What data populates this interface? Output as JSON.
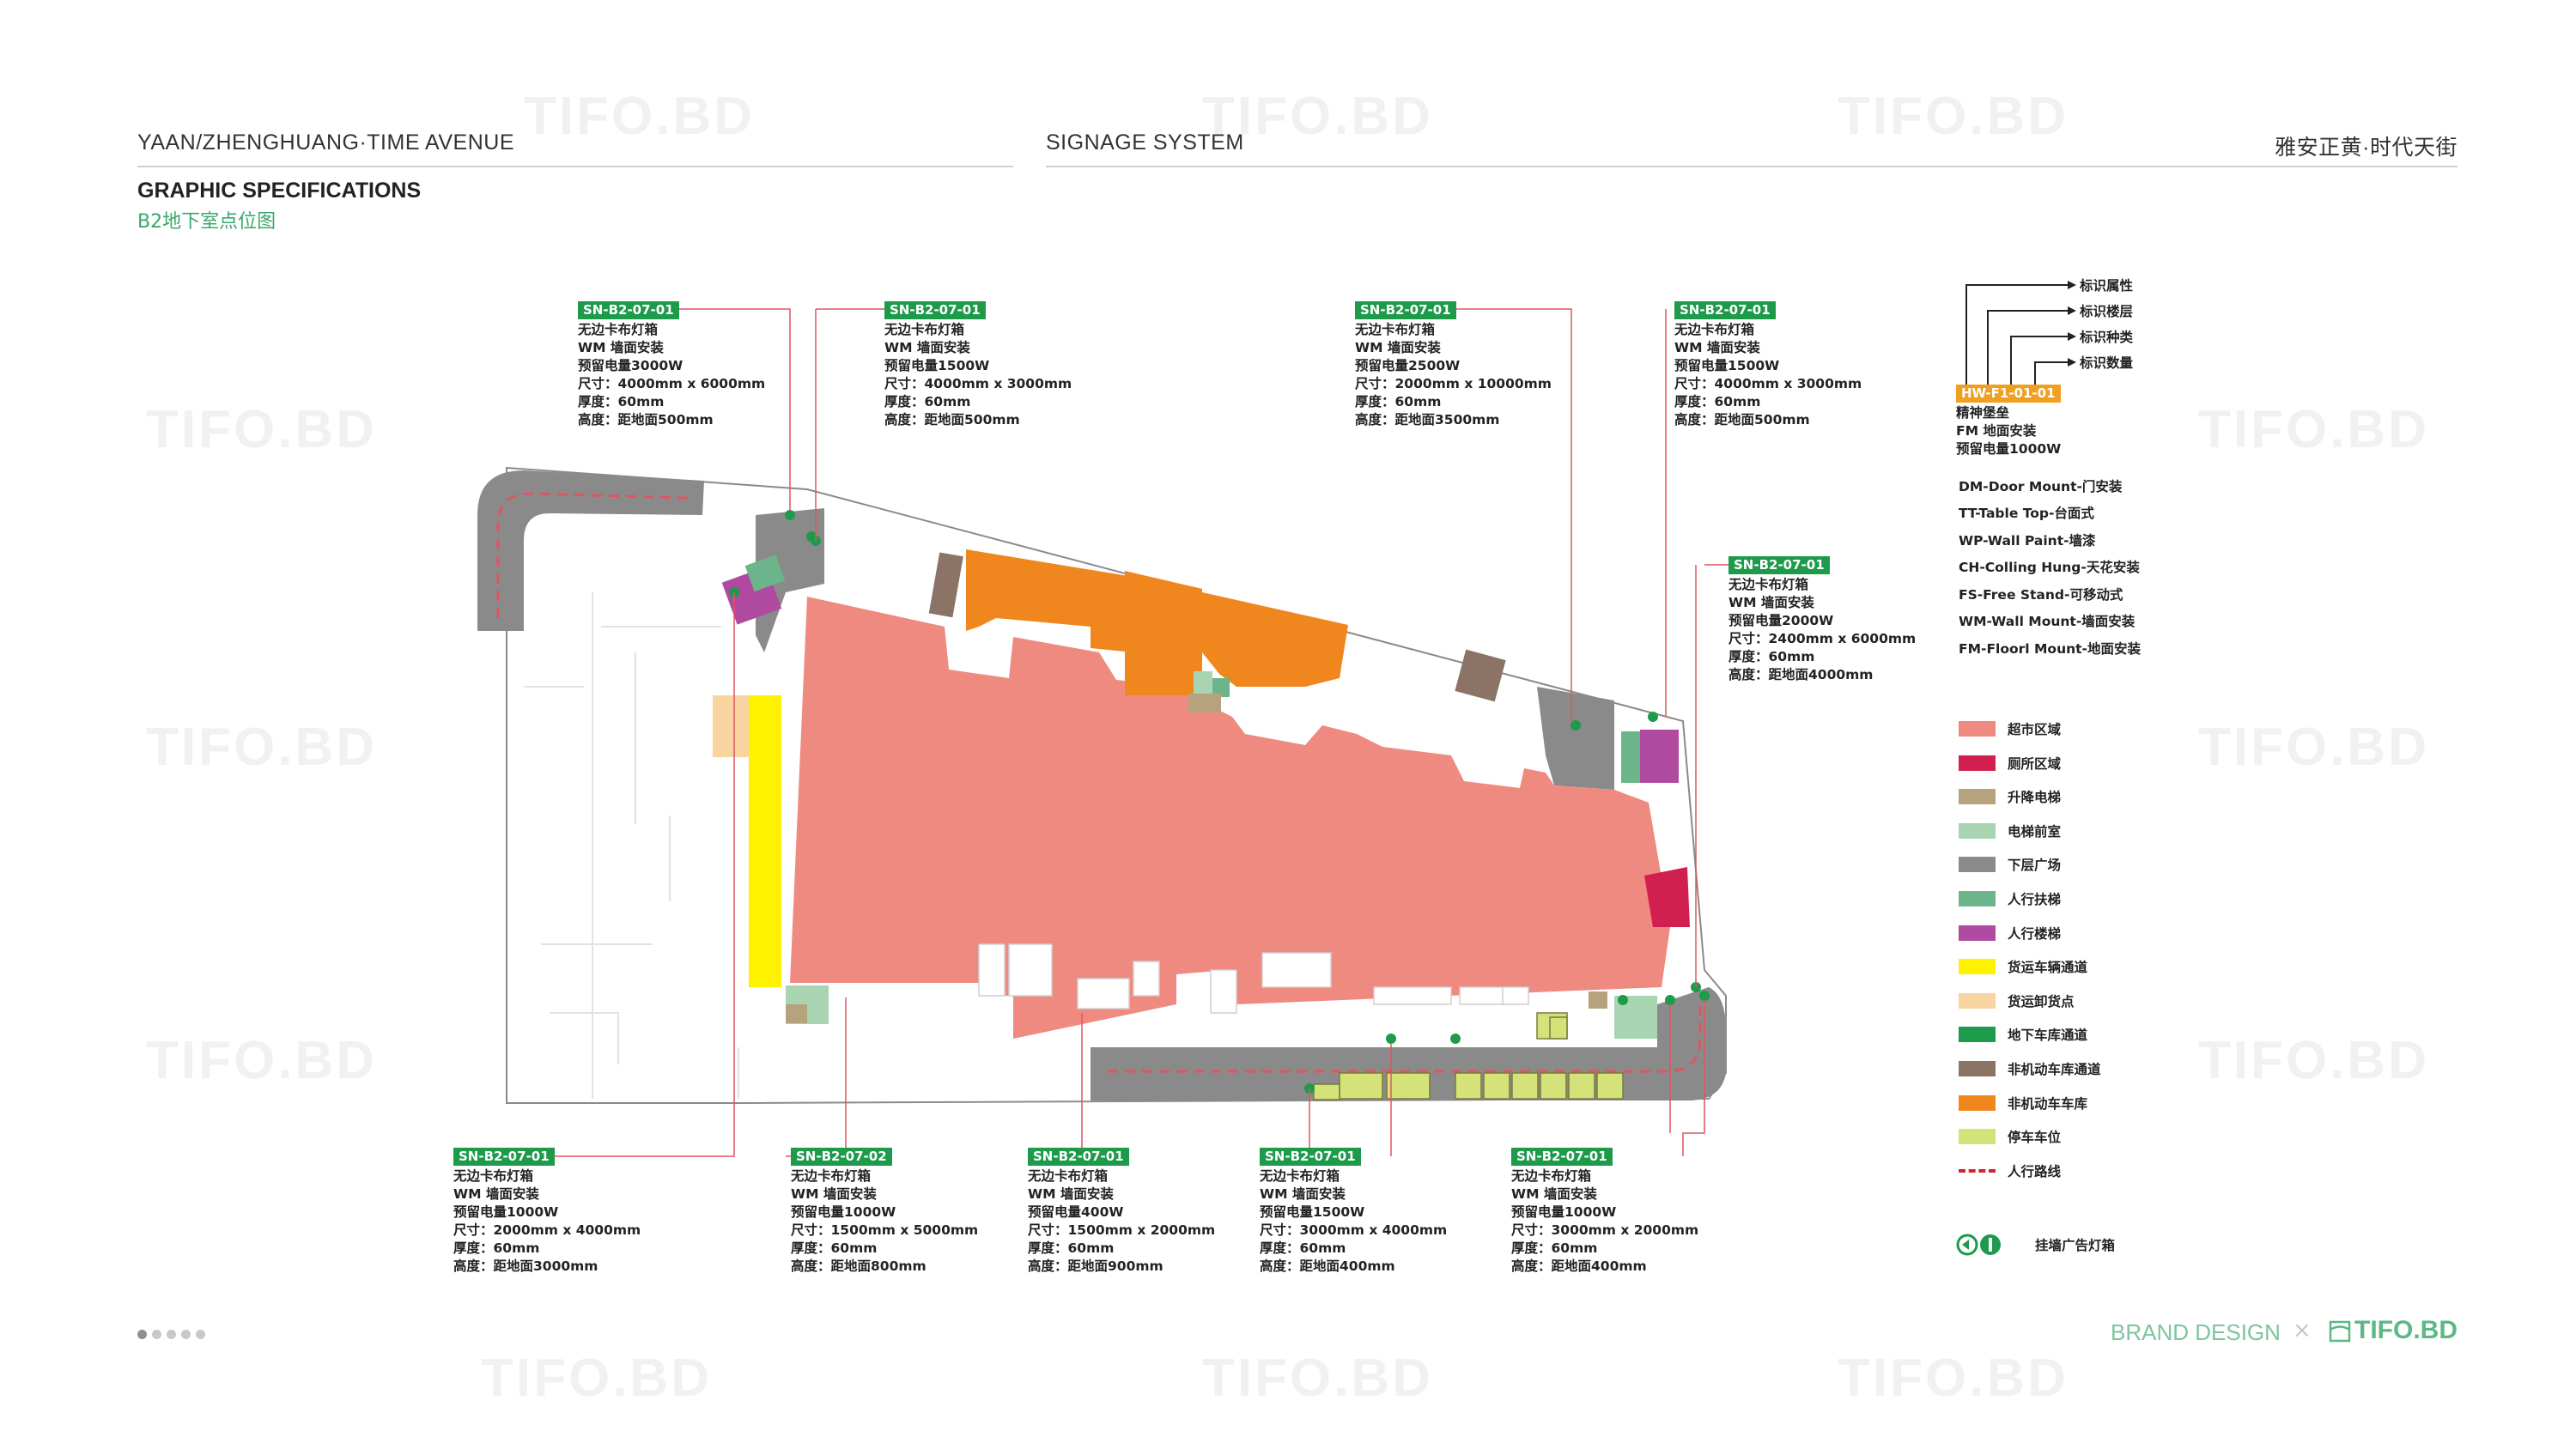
{
  "header": {
    "project": "YAAN/ZHENGHUANG·TIME AVENUE",
    "system": "SIGNAGE SYSTEM",
    "project_cn": "雅安正黄·时代天街",
    "section_title": "GRAPHIC SPECIFICATIONS",
    "section_subtitle": "B2地下室点位图"
  },
  "watermark": "TIFO.BD",
  "callouts_top": [
    {
      "code": "SN-B2-07-01",
      "type": "无边卡布灯箱",
      "mount": "WM 墙面安装",
      "power": "预留电量3000W",
      "size": "尺寸：4000mm x 6000mm",
      "thickness": "厚度：60mm",
      "height": "高度：距地面500mm"
    },
    {
      "code": "SN-B2-07-01",
      "type": "无边卡布灯箱",
      "mount": "WM 墙面安装",
      "power": "预留电量1500W",
      "size": "尺寸：4000mm x 3000mm",
      "thickness": "厚度：60mm",
      "height": "高度：距地面500mm"
    },
    {
      "code": "SN-B2-07-01",
      "type": "无边卡布灯箱",
      "mount": "WM 墙面安装",
      "power": "预留电量2500W",
      "size": "尺寸：2000mm x 10000mm",
      "thickness": "厚度：60mm",
      "height": "高度：距地面3500mm"
    },
    {
      "code": "SN-B2-07-01",
      "type": "无边卡布灯箱",
      "mount": "WM 墙面安装",
      "power": "预留电量1500W",
      "size": "尺寸：4000mm x 3000mm",
      "thickness": "厚度：60mm",
      "height": "高度：距地面500mm"
    }
  ],
  "callout_right": {
    "code": "SN-B2-07-01",
    "type": "无边卡布灯箱",
    "mount": "WM 墙面安装",
    "power": "预留电量2000W",
    "size": "尺寸：2400mm x 6000mm",
    "thickness": "厚度：60mm",
    "height": "高度：距地面4000mm"
  },
  "callouts_bottom": [
    {
      "code": "SN-B2-07-01",
      "type": "无边卡布灯箱",
      "mount": "WM 墙面安装",
      "power": "预留电量1000W",
      "size": "尺寸：2000mm x 4000mm",
      "thickness": "厚度：60mm",
      "height": "高度：距地面3000mm"
    },
    {
      "code": "SN-B2-07-02",
      "type": "无边卡布灯箱",
      "mount": "WM 墙面安装",
      "power": "预留电量1000W",
      "size": "尺寸：1500mm x 5000mm",
      "thickness": "厚度：60mm",
      "height": "高度：距地面800mm"
    },
    {
      "code": "SN-B2-07-01",
      "type": "无边卡布灯箱",
      "mount": "WM 墙面安装",
      "power": "预留电量400W",
      "size": "尺寸：1500mm x 2000mm",
      "thickness": "厚度：60mm",
      "height": "高度：距地面900mm"
    },
    {
      "code": "SN-B2-07-01",
      "type": "无边卡布灯箱",
      "mount": "WM 墙面安装",
      "power": "预留电量1500W",
      "size": "尺寸：3000mm x 4000mm",
      "thickness": "厚度：60mm",
      "height": "高度：距地面400mm"
    },
    {
      "code": "SN-B2-07-01",
      "type": "无边卡布灯箱",
      "mount": "WM 墙面安装",
      "power": "预留电量1000W",
      "size": "尺寸：3000mm x 2000mm",
      "thickness": "厚度：60mm",
      "height": "高度：距地面400mm"
    }
  ],
  "code_key": {
    "labels": [
      "标识属性",
      "标识楼层",
      "标识种类",
      "标识数量"
    ],
    "example_code": "HW-F1-01-01",
    "example_name": "精神堡垒",
    "example_mount": "FM 地面安装",
    "example_power": "预留电量1000W"
  },
  "mount_types": [
    "DM-Door Mount-门安装",
    "TT-Table Top-台面式",
    "WP-Wall Paint-墙漆",
    "CH-Colling Hung-天花安装",
    "FS-Free Stand-可移动式",
    "WM-Wall Mount-墙面安装",
    "FM-Floorl Mount-地面安装"
  ],
  "legend": [
    {
      "label": "超市区域",
      "color": "#ef8a80"
    },
    {
      "label": "厕所区域",
      "color": "#d11f4f"
    },
    {
      "label": "升降电梯",
      "color": "#b6a37e"
    },
    {
      "label": "电梯前室",
      "color": "#a8d4b2"
    },
    {
      "label": "下层广场",
      "color": "#8a8a8a"
    },
    {
      "label": "人行扶梯",
      "color": "#6cb58a"
    },
    {
      "label": "人行楼梯",
      "color": "#b04aa0"
    },
    {
      "label": "货运车辆通道",
      "color": "#fff200"
    },
    {
      "label": "货运卸货点",
      "color": "#f8d5a0"
    },
    {
      "label": "地下车库通道",
      "color": "#1e9a4b"
    },
    {
      "label": "非机动车库通道",
      "color": "#8b7365"
    },
    {
      "label": "非机动车车库",
      "color": "#f0861e"
    },
    {
      "label": "停车车位",
      "color": "#d4e27a"
    },
    {
      "label": "人行路线",
      "color": "#d6222a"
    }
  ],
  "sign_symbol_label": "挂墙广告灯箱",
  "footer": {
    "brand_design": "BRAND DESIGN",
    "separator": "×",
    "logo_text": "TIFO.BD"
  },
  "pagination": {
    "total": 5,
    "current": 1
  }
}
